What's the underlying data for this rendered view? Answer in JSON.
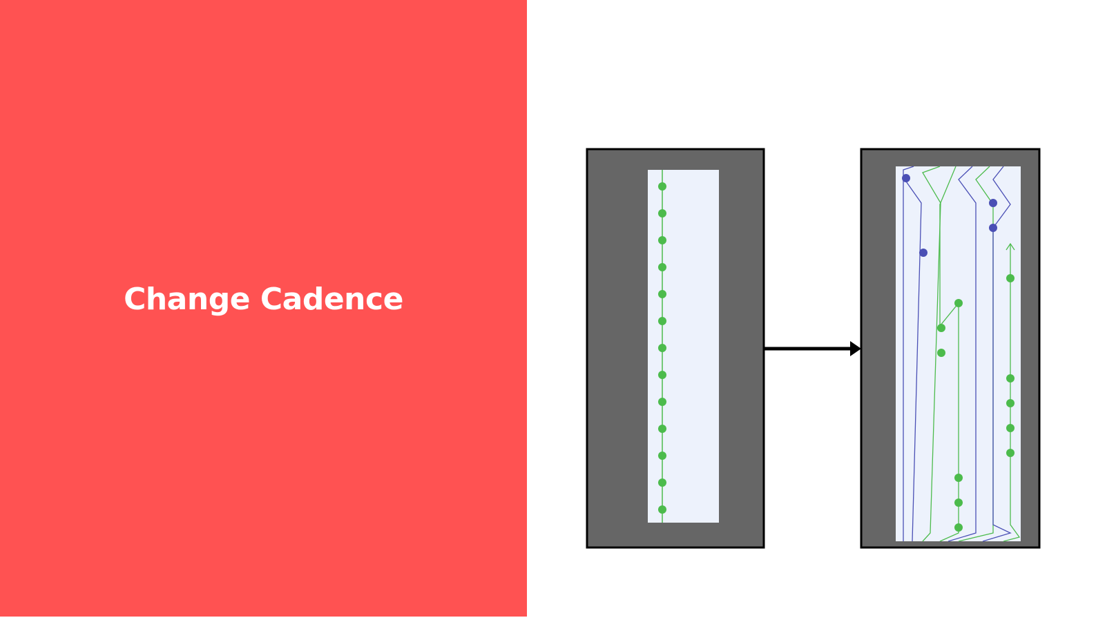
{
  "slide": {
    "title": "Change Cadence",
    "accent_color": "#FF5252"
  },
  "diagram": {
    "frame_color": "#666666",
    "frame_border_color": "#000000",
    "graph_background": "#EDF2FC",
    "green_color": "#4CBB4C",
    "blue_color": "#4A4FB5",
    "before": {
      "description_icon": "single-branch-commit-graph",
      "commit_count": 13
    },
    "after": {
      "description_icon": "multi-branch-commit-graph"
    },
    "arrow_icon": "right-arrow-icon"
  }
}
